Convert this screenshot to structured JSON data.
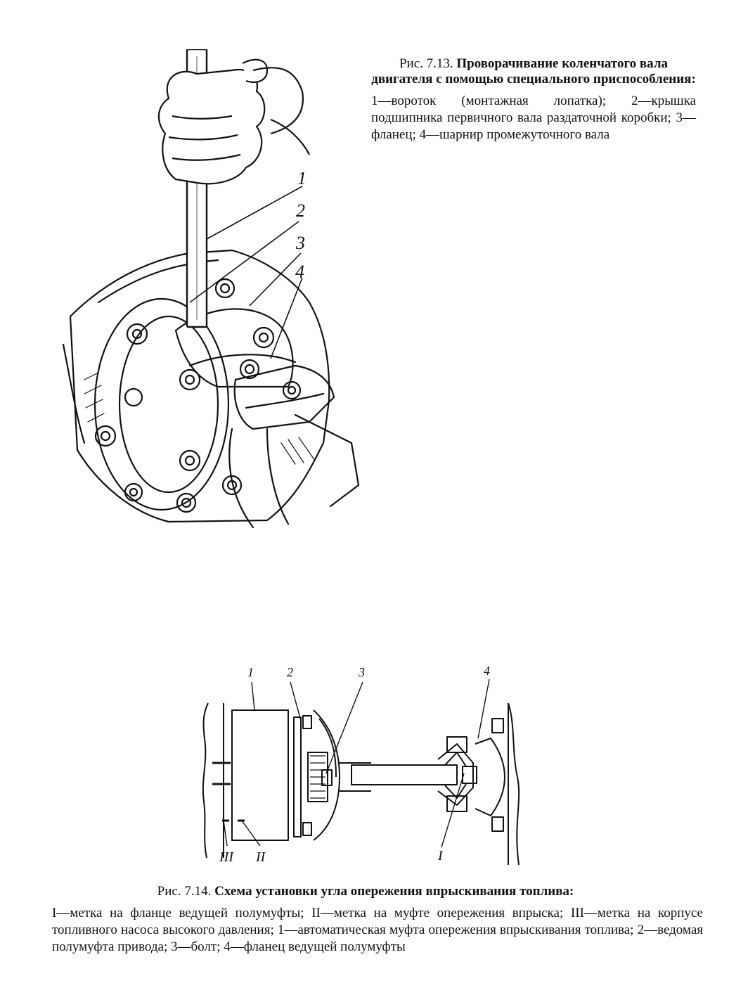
{
  "figure_7_13": {
    "caption_prefix": "Рис. 7.13.",
    "caption_title": "Проворачивание коленчатого вала двигателя с помощью специального приспособления:",
    "caption_body": "1—вороток (монтажная лопатка); 2—крышка подшипника первичного вала раздаточной коробки; 3—фланец; 4—шарнир промежуточного вала",
    "callouts": [
      "1",
      "2",
      "3",
      "4"
    ]
  },
  "figure_7_14": {
    "caption_prefix": "Рис. 7.14.",
    "caption_title": "Схема установки угла опережения впрыскивания топлива:",
    "caption_body": "I—метка на фланце ведущей полумуфты; II—метка на муфте опережения впрыска; III—метка на корпусе топливного насоса высокого давления; 1—автоматическая муфта опережения впрыскивания топлива; 2—ведомая полумуфта привода; 3—болт; 4—фланец ведущей полумуфты",
    "callouts": [
      "1",
      "2",
      "3",
      "4"
    ],
    "marks": [
      "III",
      "II",
      "I"
    ]
  }
}
